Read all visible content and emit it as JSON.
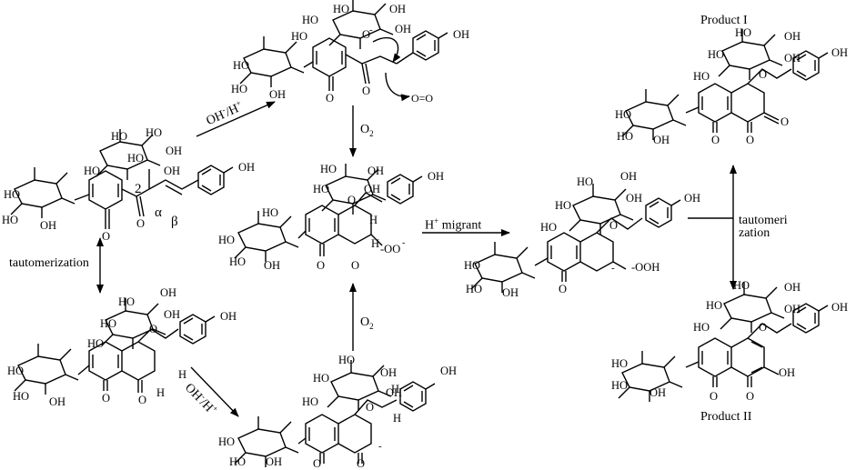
{
  "labels": {
    "product_i": "Product I",
    "product_ii": "Product II",
    "tautomerization": "tautomerization",
    "tautomerization_split_1": "tautomeri",
    "tautomerization_split_2": "zation",
    "h_migrant": "H",
    "h_migrant_sup": "+",
    "h_migrant_text": " migrant",
    "o2_top": "O",
    "o2_bottom": "O",
    "o2_sub": "2",
    "oh_h_top": "OH",
    "oh_h_bottom": "OH",
    "minus": "-",
    "slash_h": "/H",
    "plus": "+",
    "alpha": "α",
    "beta": "β",
    "position_2": "2",
    "released_oxygen": "O=O"
  },
  "atoms": {
    "OH": "OH",
    "HO": "HO",
    "O": "O",
    "H": "H",
    "OOH": "-OOH",
    "OO_minus": "-OO",
    "minus": "-"
  },
  "colors": {
    "ink": "#000000",
    "background": "#ffffff"
  }
}
